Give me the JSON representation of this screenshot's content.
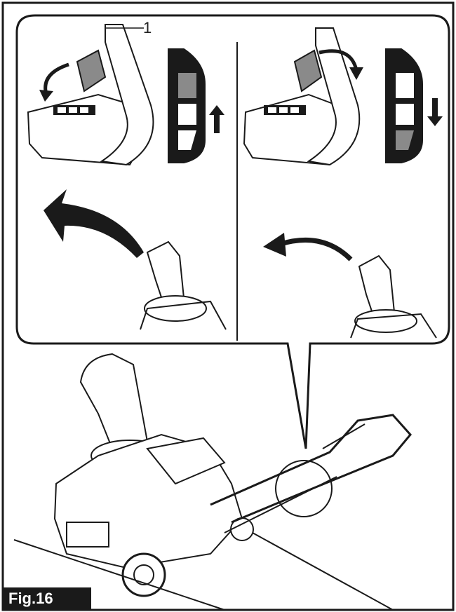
{
  "figure": {
    "label": "Fig.16",
    "callout_number": "1"
  },
  "indicator_left": {
    "direction": "up",
    "segments": 3,
    "highlighted_segment": "top"
  },
  "indicator_right": {
    "direction": "down",
    "segments": 3,
    "highlighted_segment": "bottom"
  },
  "colors": {
    "line": "#1a1a1a",
    "highlight": "#8a8a8a",
    "background": "#ffffff"
  },
  "icons": [
    "curved-arrow-left-icon",
    "curved-arrow-right-icon",
    "up-arrow-icon",
    "down-arrow-icon"
  ]
}
